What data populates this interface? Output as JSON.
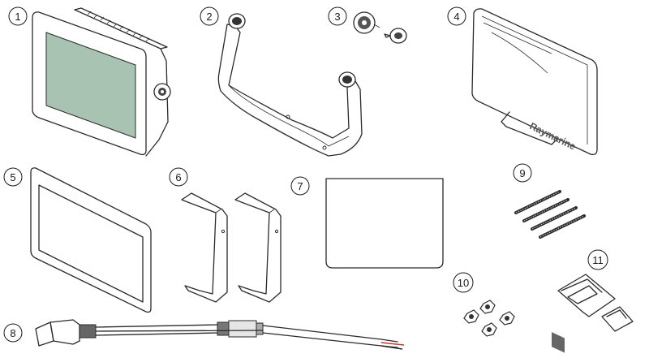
{
  "callouts": [
    "1",
    "2",
    "3",
    "4",
    "5",
    "6",
    "7",
    "8",
    "9",
    "10",
    "11"
  ],
  "cover_logo_text": "Raymarine",
  "colors": {
    "line": "#2a2a2a",
    "screen": "#a9c3b3",
    "paper": "#ffffff",
    "cable_red": "#c0392b"
  }
}
